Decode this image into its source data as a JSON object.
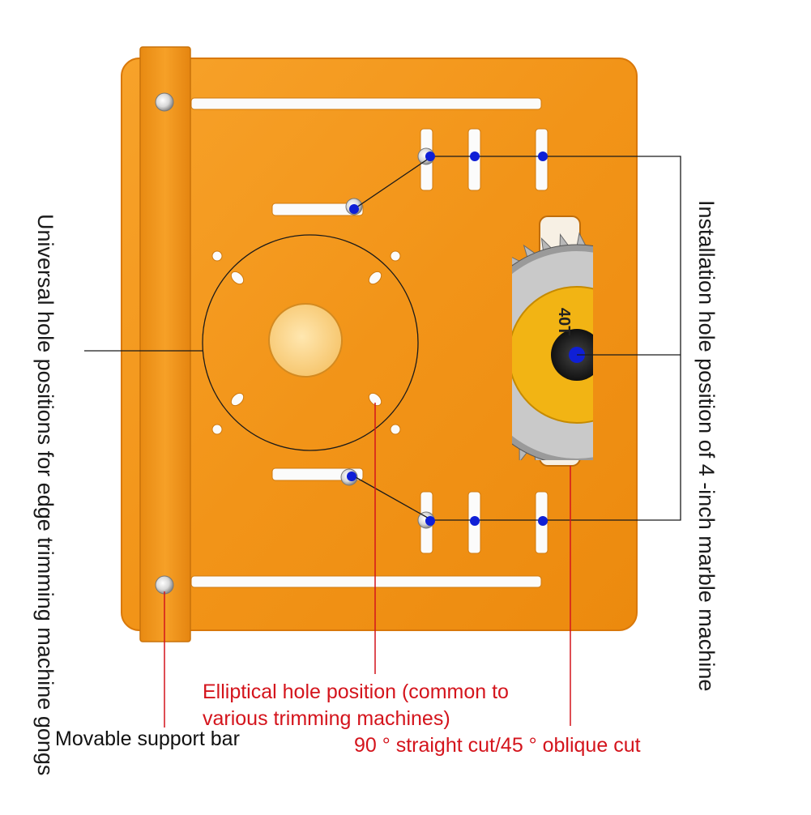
{
  "labels": {
    "left_vertical": [
      "Universal hole positions for",
      "edge trimming machine gongs"
    ],
    "right_vertical": [
      "Installation hole position of 4",
      "-inch marble machine"
    ],
    "elliptical": [
      "Elliptical hole position (common to",
      "various trimming machines)"
    ],
    "oblique": "90 ° straight cut/45 ° oblique cut",
    "support_bar": "Movable support bar"
  },
  "blade_text": "40T",
  "colors": {
    "plate": "#f29418",
    "plate_edge": "#d9780a",
    "marker": "#0f1fd6",
    "leader_red": "#d4141c",
    "leader_black": "#1a1a1a"
  }
}
